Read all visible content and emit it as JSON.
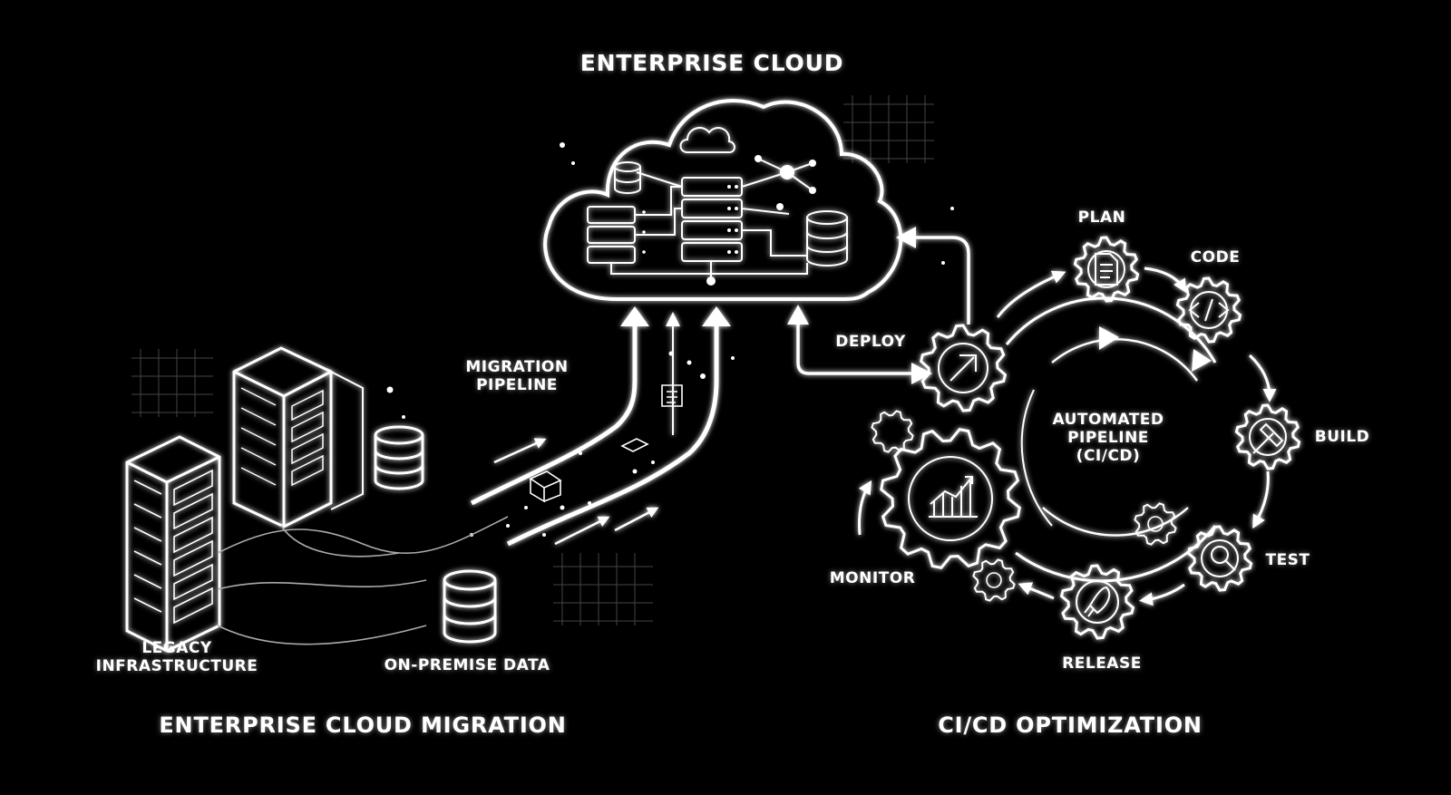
{
  "top_title": "ENTERPRISE CLOUD",
  "labels": {
    "migration_pipeline": [
      "MIGRATION",
      "PIPELINE"
    ],
    "legacy": [
      "LEGACY",
      "INFRASTRUCTURE"
    ],
    "on_premise": "ON-PREMISE DATA",
    "deploy": "DEPLOY",
    "monitor": "MONITOR",
    "automated": [
      "AUTOMATED",
      "PIPELINE",
      "(CI/CD)"
    ]
  },
  "stages": [
    {
      "name": "PLAN",
      "icon": "document-icon"
    },
    {
      "name": "CODE",
      "icon": "code-icon"
    },
    {
      "name": "BUILD",
      "icon": "hammer-icon"
    },
    {
      "name": "TEST",
      "icon": "magnifier-icon"
    },
    {
      "name": "RELEASE",
      "icon": "rocket-icon"
    }
  ],
  "sections": {
    "left": "ENTERPRISE CLOUD MIGRATION",
    "right": "CI/CD OPTIMIZATION"
  },
  "colors": {
    "background": "#000000",
    "line": "#ffffff"
  }
}
